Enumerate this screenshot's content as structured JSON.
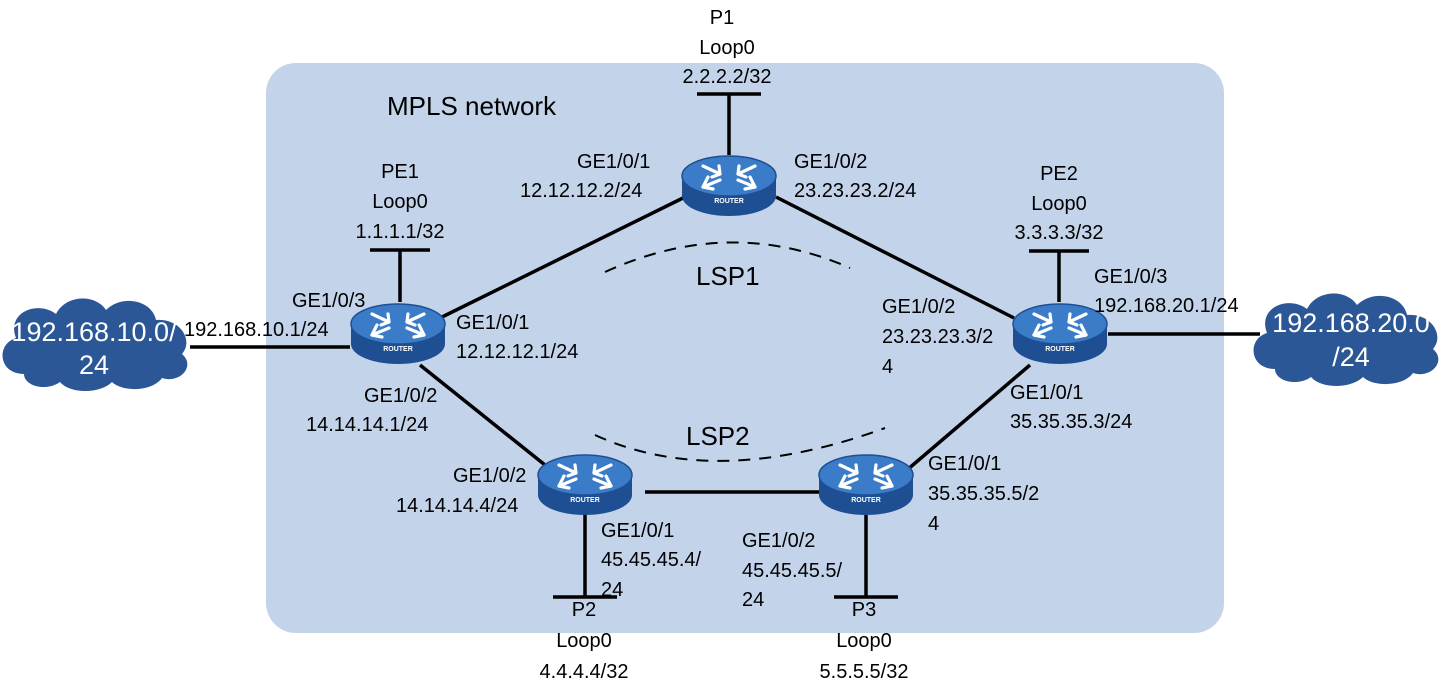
{
  "colors": {
    "mpls_area": "#c2d3ea",
    "router_body": "#1e4f93",
    "router_top": "#3a7cc7",
    "cloud": "#2c5796",
    "link": "#000000"
  },
  "network": {
    "title": "MPLS network"
  },
  "routers": {
    "p1": {
      "icon": "router-icon",
      "text": "ROUTER",
      "name": "P1",
      "loop": "Loop0",
      "loop_ip": "2.2.2.2/32"
    },
    "pe1": {
      "icon": "router-icon",
      "text": "ROUTER",
      "name": "PE1",
      "loop": "Loop0",
      "loop_ip": "1.1.1.1/32"
    },
    "pe2": {
      "icon": "router-icon",
      "text": "ROUTER",
      "name": "PE2",
      "loop": "Loop0",
      "loop_ip": "3.3.3.3/32"
    },
    "p2": {
      "icon": "router-icon",
      "text": "ROUTER",
      "name": "P2",
      "loop": "Loop0",
      "loop_ip": "4.4.4.4/32"
    },
    "p3": {
      "icon": "router-icon",
      "text": "ROUTER",
      "name": "P3",
      "loop": "Loop0",
      "loop_ip": "5.5.5.5/32"
    }
  },
  "clouds": {
    "left": {
      "icon": "cloud-icon",
      "line1": "192.168.10.0/",
      "line2": "24"
    },
    "right": {
      "icon": "cloud-icon",
      "line1": "192.168.20.0",
      "line2": "/24"
    }
  },
  "interfaces": {
    "p1_ge1": {
      "name": "GE1/0/1",
      "ip": "12.12.12.2/24"
    },
    "p1_ge2": {
      "name": "GE1/0/2",
      "ip": "23.23.23.2/24"
    },
    "pe1_ge3": {
      "name": "GE1/0/3",
      "ip": "192.168.10.1/24"
    },
    "pe1_ge1": {
      "name": "GE1/0/1",
      "ip": "12.12.12.1/24"
    },
    "pe1_ge2": {
      "name": "GE1/0/2",
      "ip": "14.14.14.1/24"
    },
    "pe2_ge3": {
      "name": "GE1/0/3",
      "ip": "192.168.20.1/24"
    },
    "pe2_ge2": {
      "name": "GE1/0/2",
      "ip": "23.23.23.3/2",
      "ip_wrap": "4"
    },
    "pe2_ge1": {
      "name": "GE1/0/1",
      "ip": "35.35.35.3/24"
    },
    "p2_ge2": {
      "name": "GE1/0/2",
      "ip": "14.14.14.4/24"
    },
    "p2_ge1": {
      "name": "GE1/0/1",
      "ip": "45.45.45.4/",
      "ip_wrap": "24"
    },
    "p3_ge1": {
      "name": "GE1/0/1",
      "ip": "35.35.35.5/2",
      "ip_wrap": "4"
    },
    "p3_ge2": {
      "name": "GE1/0/2",
      "ip": "45.45.45.5/",
      "ip_wrap": "24"
    }
  },
  "lsps": {
    "lsp1": "LSP1",
    "lsp2": "LSP2"
  }
}
